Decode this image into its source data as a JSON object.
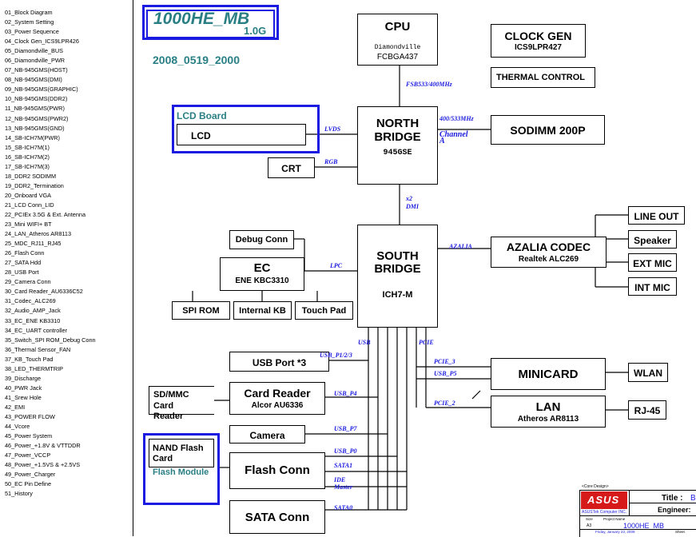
{
  "toc": [
    "01_Block Diagram",
    "02_System Setting",
    "03_Power Sequence",
    "04_Clock Gen_ICS9LPR426",
    "05_Diamondville_BUS",
    "06_Diamondville_PWR",
    "07_NB-945GMS(HOST)",
    "08_NB-945GMS(DMI)",
    "09_NB-945GMS(GRAPHIC)",
    "10_NB-945GMS(DDR2)",
    "11_NB-945GMS(PWR)",
    "12_NB-945GMS(PWR2)",
    "13_NB-945GMS(GND)",
    "14_SB-ICH7M(PWR)",
    "15_SB-ICH7M(1)",
    "16_SB-ICH7M(2)",
    "17_SB-ICH7M(3)",
    "18_DDR2 SODIMM",
    "19_DDR2_Termination",
    "20_Onboard VGA",
    "21_LCD Conn_LID",
    "22_PCIEx 3.5G & Ext. Antenna",
    "23_Mini WIFI+ BT",
    "24_LAN_Atheros AR8113",
    "25_MDC_RJ11_RJ45",
    "26_Flash Conn",
    "27_SATA Hdd",
    "28_USB Port",
    "29_Camera Conn",
    "30_Card Reader_AU6336C52",
    "31_Codec_ALC269",
    "32_Audio_AMP_Jack",
    "33_EC_ENE KB3310",
    "34_EC_UART controller",
    "35_Switch_SPI ROM_Debug Conn",
    "36_Thermal Sensor_FAN",
    "37_KB_Touch Pad",
    "38_LED_THERMTRIP",
    "39_Discharge",
    "40_PWR Jack",
    "41_Srew Hole",
    "42_EMI",
    "43_POWER FLOW",
    "44_Vcore",
    "45_Power System",
    "46_Power_+1.8V & VTTDDR",
    "47_Power_VCCP",
    "48_Power_+1.5VS & +2.5VS",
    "49_Power_Charger",
    "50_EC Pin Define",
    "51_History"
  ],
  "header": {
    "model": "1000HE_MB",
    "version": "1.0G",
    "date": "2008_0519_2000"
  },
  "blocks": {
    "cpu": {
      "title": "CPU",
      "line1": "Diamondville",
      "line2": "FCBGA437"
    },
    "clock_gen": {
      "title": "CLOCK GEN",
      "part": "ICS9LPR427"
    },
    "thermal": {
      "title": "THERMAL CONTROL"
    },
    "north_bridge": {
      "title1": "NORTH",
      "title2": "BRIDGE",
      "part": "945GSE"
    },
    "sodimm": {
      "title": "SODIMM 200P"
    },
    "lcd_board": {
      "group": "LCD Board",
      "title": "LCD"
    },
    "crt": {
      "title": "CRT"
    },
    "south_bridge": {
      "title1": "SOUTH",
      "title2": "BRIDGE",
      "part": "ICH7-M"
    },
    "debug_conn": {
      "title": "Debug Conn"
    },
    "ec": {
      "title": "EC",
      "part": "ENE KBC3310"
    },
    "spi_rom": {
      "title": "SPI ROM"
    },
    "internal_kb": {
      "title": "Internal KB"
    },
    "touch_pad": {
      "title": "Touch Pad"
    },
    "azalia": {
      "title": "AZALIA CODEC",
      "part": "Realtek ALC269"
    },
    "line_out": {
      "title": "LINE OUT"
    },
    "speaker": {
      "title": "Speaker"
    },
    "ext_mic": {
      "title": "EXT MIC"
    },
    "int_mic": {
      "title": "INT MIC"
    },
    "usb_port": {
      "title": "USB Port *3"
    },
    "sd_mmc": {
      "line1": "SD/MMC",
      "line2": "Card",
      "line3": "Reader"
    },
    "card_reader": {
      "title": "Card Reader",
      "part": "Alcor AU6336"
    },
    "camera": {
      "title": "Camera"
    },
    "nand": {
      "line1": "NAND Flash",
      "line2": "Card",
      "group": "Flash Module"
    },
    "flash_conn": {
      "title": "Flash Conn"
    },
    "sata_conn": {
      "title": "SATA Conn"
    },
    "minicard": {
      "title": "MINICARD"
    },
    "wlan": {
      "title": "WLAN"
    },
    "lan": {
      "title": "LAN",
      "part": "Atheros AR8113"
    },
    "rj45": {
      "title": "RJ-45"
    }
  },
  "buses": {
    "fsb": "FSB533/400MHz",
    "ddr": "400/533MHz",
    "channel1": "Channel",
    "channel2": "A",
    "lvds": "LVDS",
    "rgb": "RGB",
    "dmi1": "x2",
    "dmi2": "DMI",
    "lpc": "LPC",
    "azalia": "AZALIA",
    "usb": "USB",
    "pcie": "PCIE",
    "usb_p123": "USB_P1/2/3",
    "usb_p5": "USB_P5",
    "usb_p4": "USB_P4",
    "usb_p7": "USB_P7",
    "usb_p0": "USB_P0",
    "pcie3": "PCIE_3",
    "pcie2": "PCIE_2",
    "sata1": "SATA1",
    "ide1": "IDE",
    "ide2": "Master",
    "sata0": "SATA0"
  },
  "title_block": {
    "core_design": "<Core Design>",
    "logo": "ASUS",
    "company": "ASUSTek Computer INC.",
    "title_label": "Title :",
    "title_value": "Bl",
    "engineer_label": "Engineer:",
    "size_label": "Size",
    "size_value": "A3",
    "project_label": "Project Name",
    "project_value": "1000HE_MB",
    "date_value": "Friday, January 23, 2009",
    "sheet_label": "Sheet"
  }
}
